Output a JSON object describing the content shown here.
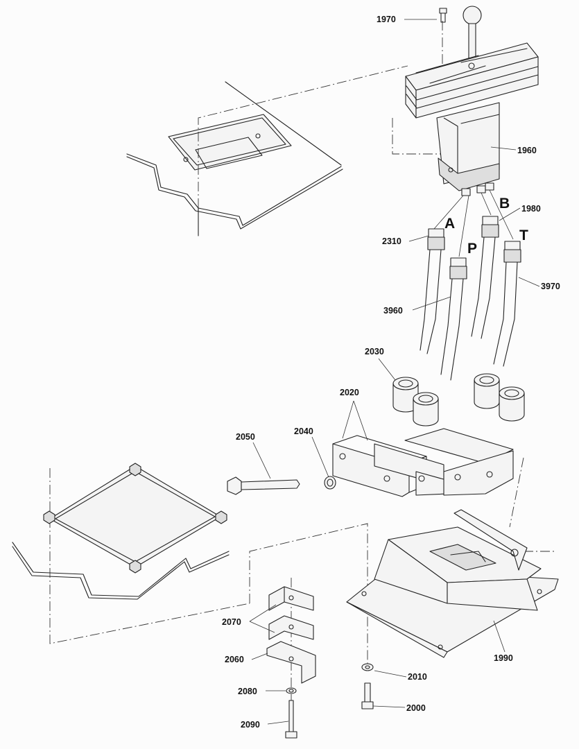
{
  "diagram": {
    "part_numbers": {
      "p1970": "1970",
      "p1960": "1960",
      "p1980": "1980",
      "p2310": "2310",
      "p3960": "3960",
      "p3970": "3970",
      "p2030": "2030",
      "p2020": "2020",
      "p2050": "2050",
      "p2040": "2040",
      "p2070": "2070",
      "p2060": "2060",
      "p2080": "2080",
      "p2090": "2090",
      "p2010": "2010",
      "p2000": "2000",
      "p1990": "1990"
    },
    "ports": {
      "a": "A",
      "b": "B",
      "p": "P",
      "t": "T"
    }
  }
}
